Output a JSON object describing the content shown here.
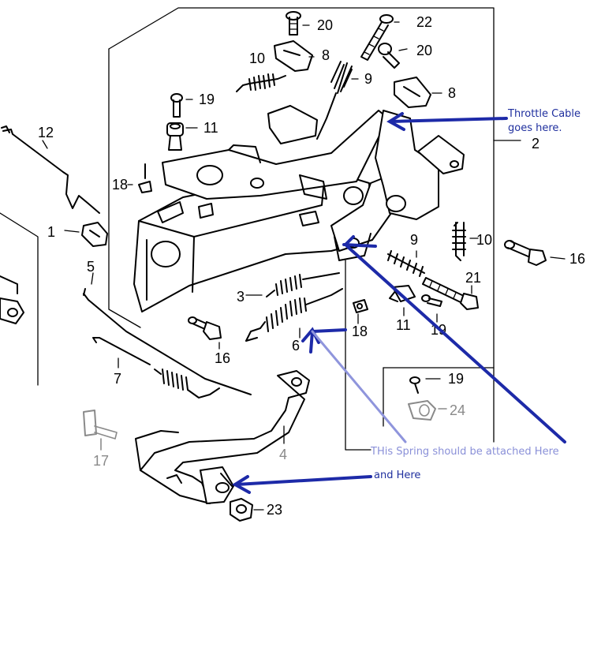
{
  "diagram": {
    "part_numbers": {
      "p1": "1",
      "p2": "2",
      "p3": "3",
      "p4": "4",
      "p5": "5",
      "p6": "6",
      "p7": "7",
      "p8a": "8",
      "p8b": "8",
      "p9a": "9",
      "p9b": "9",
      "p10a": "10",
      "p10b": "10",
      "p11a": "11",
      "p11b": "11",
      "p12": "12",
      "p16a": "16",
      "p16b": "16",
      "p17": "17",
      "p18a": "18",
      "p18b": "18",
      "p19a": "19",
      "p19b": "19",
      "p19c": "19",
      "p20a": "20",
      "p20b": "20",
      "p21": "21",
      "p22": "22",
      "p23": "23",
      "p24": "24"
    },
    "annotations": {
      "throttle_line1": "Throttle Cable",
      "throttle_line2": "goes here.",
      "spring_note": "THis Spring should be attached Here",
      "and_here": "and Here"
    },
    "colors": {
      "annotation_ink": "#1d2aa8",
      "faded_annotation_ink": "#8f95dc",
      "line_art": "#000000",
      "faded_parts": "#8a8a8a"
    }
  }
}
